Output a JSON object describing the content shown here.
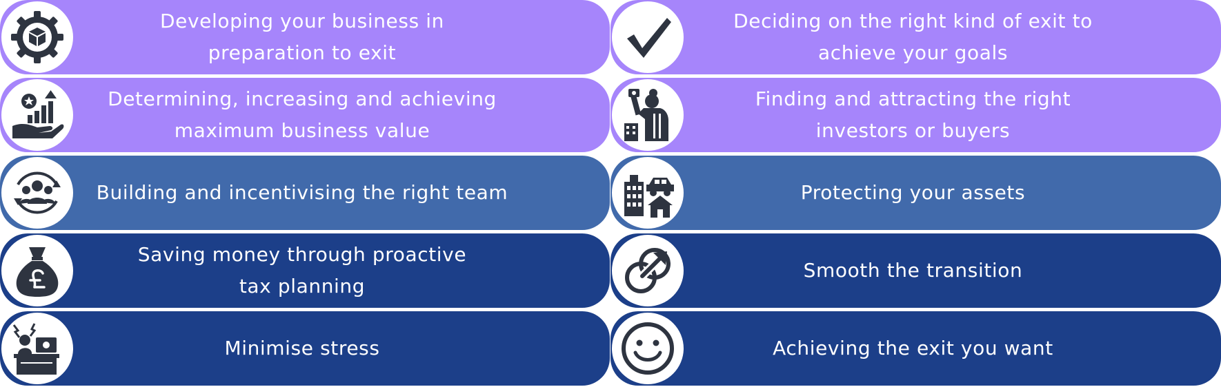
{
  "colors": {
    "purple": "#A685FB",
    "steel_blue": "#416AAB",
    "navy": "#1C3F89",
    "icon": "#2E3440"
  },
  "rows": [
    {
      "left": {
        "text": "Developing your business in\npreparation to exit",
        "icon": "gear-box-icon"
      },
      "right": {
        "text": "Deciding on the right kind of exit to\nachieve your goals",
        "icon": "checkmark-icon"
      }
    },
    {
      "left": {
        "text": "Determining, increasing and achieving\nmaximum business value",
        "icon": "hand-growth-chart-icon"
      },
      "right": {
        "text": "Finding and attracting the right\ninvestors or buyers",
        "icon": "investor-holding-money-icon"
      }
    },
    {
      "left": {
        "text": "Building and incentivising the right team",
        "icon": "team-cycle-icon"
      },
      "right": {
        "text": "Protecting your assets",
        "icon": "assets-buildings-car-icon"
      }
    },
    {
      "left": {
        "text": "Saving money through proactive\ntax planning",
        "icon": "pound-money-bag-icon"
      },
      "right": {
        "text": "Smooth the transition",
        "icon": "transition-arrow-icon"
      }
    },
    {
      "left": {
        "text": "Minimise stress",
        "icon": "stressed-worker-icon"
      },
      "right": {
        "text": "Achieving the exit you want",
        "icon": "smiley-face-icon"
      }
    }
  ]
}
